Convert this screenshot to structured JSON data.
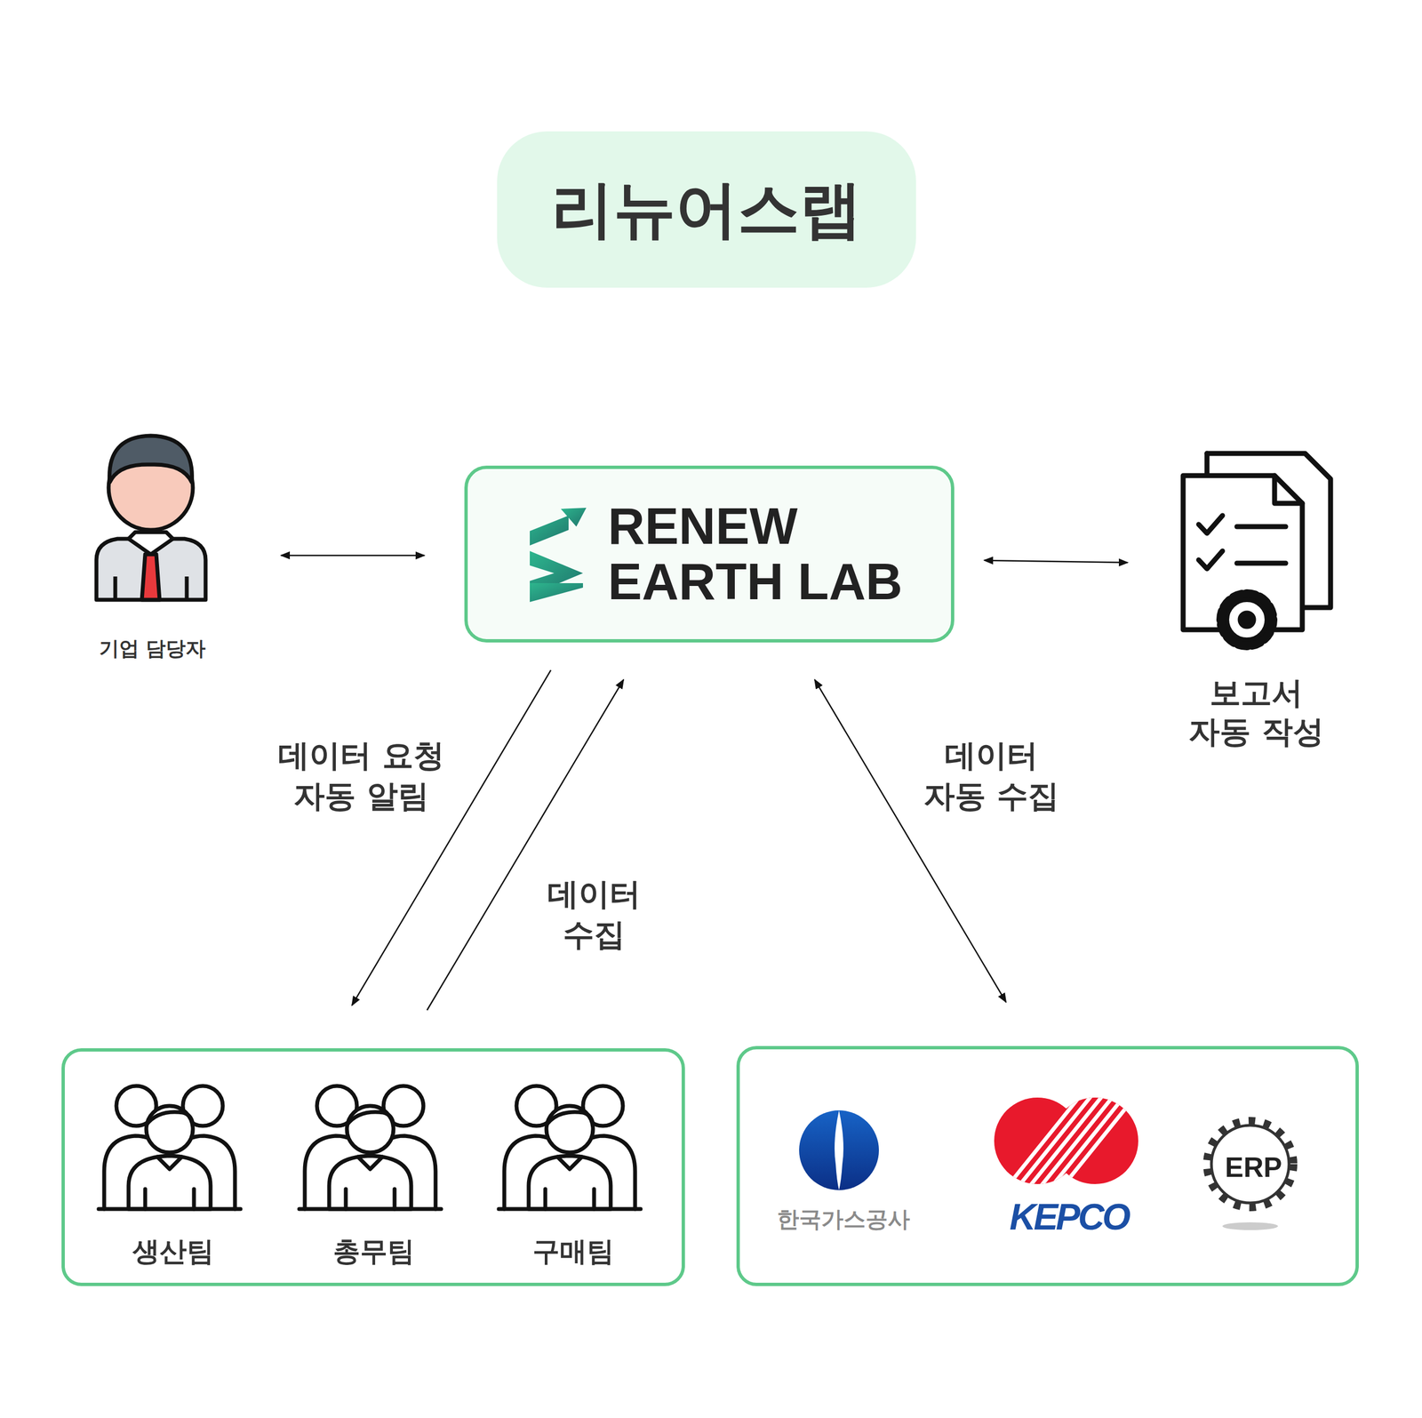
{
  "diagram": {
    "title": "리뉴어스랩",
    "nodes": [
      {
        "text": [
          "기업 담당자"
        ]
      },
      {
        "text": [
          "RENEW EARTH LAB"
        ]
      },
      {
        "text": [
          "보고서 자동 작성"
        ]
      },
      {
        "text": []
      },
      {
        "text": [
          "생산팀"
        ],
        "in": 3
      },
      {
        "text": [
          "총무팀"
        ],
        "in": 3
      },
      {
        "text": [
          "구매팀"
        ],
        "in": 3
      },
      {
        "text": []
      },
      {
        "text": [
          "한국가스공사"
        ],
        "in": 7
      },
      {
        "text": [
          "KEPCO"
        ],
        "in": 7
      },
      {
        "text": [
          "ERP"
        ],
        "in": 7
      }
    ],
    "edges": [
      {
        "from": 0,
        "to": 1,
        "arrow": "both"
      },
      {
        "from": 1,
        "to": 2,
        "arrow": "both"
      },
      {
        "from": 1,
        "to": 3,
        "arrow": "to",
        "label": "데이터 요청 자동 알림"
      },
      {
        "from": 3,
        "to": 1,
        "arrow": "to",
        "label": "데이터 수집"
      },
      {
        "from": 1,
        "to": 7,
        "arrow": "both",
        "label": "데이터 자동 수집"
      }
    ]
  }
}
